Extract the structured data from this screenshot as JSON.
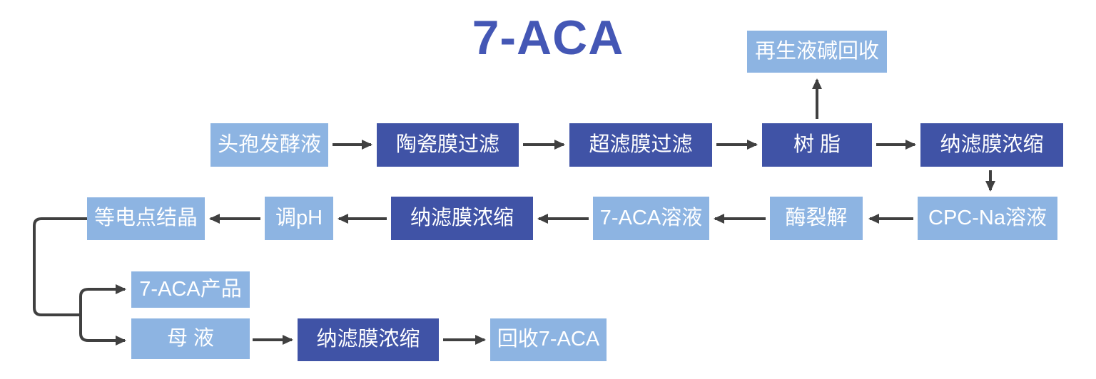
{
  "title": "7-ACA",
  "colors": {
    "light_blue": "#8DB4E2",
    "dark_blue": "#4053A6",
    "title_blue": "#4457B5",
    "arrow_gray": "#404040",
    "box_text": "#FFFFFF"
  },
  "nodes": {
    "regen_alkali_recovery": {
      "label": "再生液碱回收",
      "style": "light"
    },
    "fermentation_broth": {
      "label": "头孢发酵液",
      "style": "light"
    },
    "ceramic_membrane_filtration": {
      "label": "陶瓷膜过滤",
      "style": "dark"
    },
    "ultrafiltration": {
      "label": "超滤膜过滤",
      "style": "dark"
    },
    "resin": {
      "label": "树 脂",
      "style": "dark"
    },
    "nanofiltration_1": {
      "label": "纳滤膜浓缩",
      "style": "dark"
    },
    "cpc_na_solution": {
      "label": "CPC-Na溶液",
      "style": "light"
    },
    "enzymatic_cleavage": {
      "label": "酶裂解",
      "style": "light"
    },
    "aca_solution": {
      "label": "7-ACA溶液",
      "style": "light"
    },
    "nanofiltration_2": {
      "label": "纳滤膜浓缩",
      "style": "dark"
    },
    "ph_adjust": {
      "label": "调pH",
      "style": "light"
    },
    "isoelectric_crystallization": {
      "label": "等电点结晶",
      "style": "light"
    },
    "aca_product": {
      "label": "7-ACA产品",
      "style": "light"
    },
    "mother_liquor": {
      "label": "母 液",
      "style": "light"
    },
    "nanofiltration_3": {
      "label": "纳滤膜浓缩",
      "style": "dark"
    },
    "recycled_aca": {
      "label": "回收7-ACA",
      "style": "light"
    }
  },
  "edges": [
    {
      "from": "fermentation_broth",
      "to": "ceramic_membrane_filtration"
    },
    {
      "from": "ceramic_membrane_filtration",
      "to": "ultrafiltration"
    },
    {
      "from": "ultrafiltration",
      "to": "resin"
    },
    {
      "from": "resin",
      "to": "regen_alkali_recovery"
    },
    {
      "from": "resin",
      "to": "nanofiltration_1"
    },
    {
      "from": "nanofiltration_1",
      "to": "cpc_na_solution"
    },
    {
      "from": "cpc_na_solution",
      "to": "enzymatic_cleavage"
    },
    {
      "from": "enzymatic_cleavage",
      "to": "aca_solution"
    },
    {
      "from": "aca_solution",
      "to": "nanofiltration_2"
    },
    {
      "from": "nanofiltration_2",
      "to": "ph_adjust"
    },
    {
      "from": "ph_adjust",
      "to": "isoelectric_crystallization"
    },
    {
      "from": "isoelectric_crystallization",
      "to": "aca_product"
    },
    {
      "from": "isoelectric_crystallization",
      "to": "mother_liquor"
    },
    {
      "from": "mother_liquor",
      "to": "nanofiltration_3"
    },
    {
      "from": "nanofiltration_3",
      "to": "recycled_aca"
    }
  ]
}
